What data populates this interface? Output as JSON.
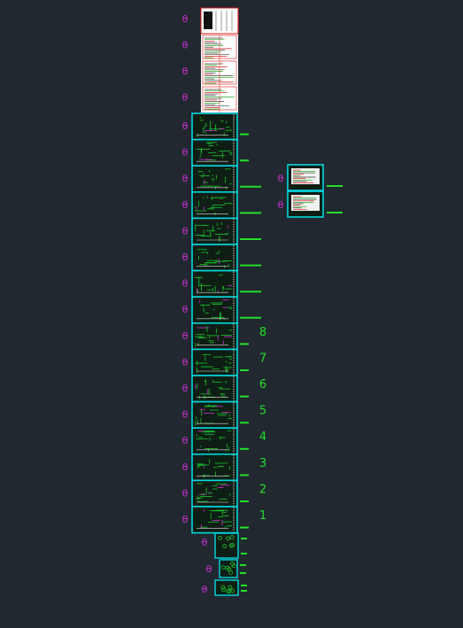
{
  "viewport": {
    "background": "#212830",
    "colors": {
      "frame": "#00d8e0",
      "content": "#19c430",
      "label_green": "#22e02a",
      "marker_magenta": "#d030d8",
      "cover_border": "#e01818",
      "white": "#ffffff"
    }
  },
  "main_column": {
    "cover_sheets": 4,
    "drawing_sheets": 16,
    "floor_labels": [
      "8",
      "7",
      "6",
      "5",
      "4",
      "3",
      "2",
      "1"
    ],
    "bottom_small_sheets": 3
  },
  "side_column": {
    "sheets": 2
  },
  "markers": {
    "symbol": "θ"
  }
}
